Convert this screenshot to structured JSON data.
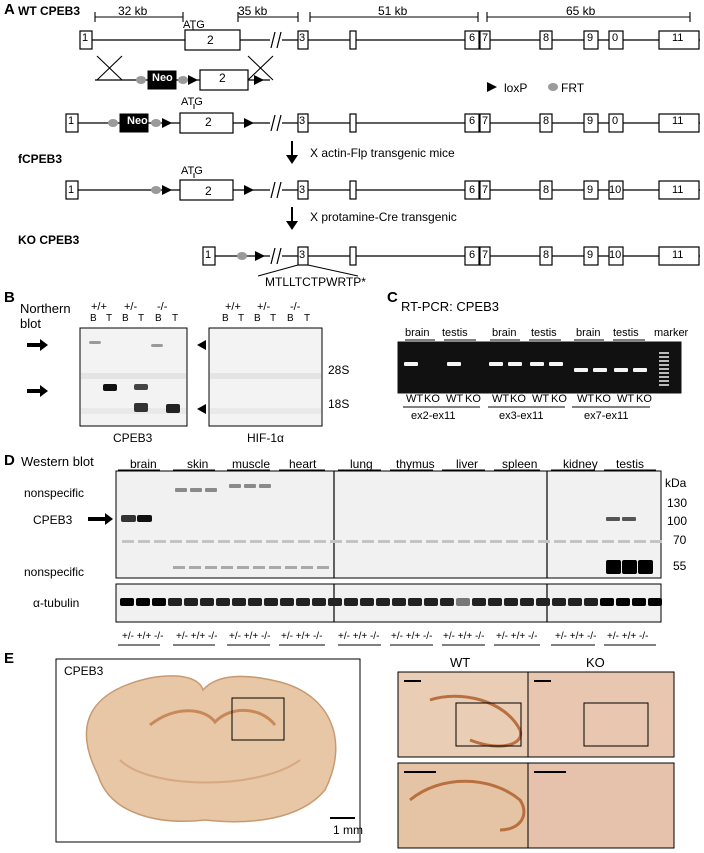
{
  "panels": {
    "A": "A",
    "B": "B",
    "C": "C",
    "D": "D",
    "E": "E"
  },
  "panel_a": {
    "row_labels": {
      "wt": "WT CPEB3",
      "fcpeb3": "fCPEB3",
      "ko": "KO CPEB3"
    },
    "distances": [
      "32 kb",
      "35 kb",
      "51 kb",
      "65 kb"
    ],
    "atg": "ATG",
    "neo": "Neo",
    "legend": {
      "loxp": "loxP",
      "frt": "FRT"
    },
    "cross_flp": "X actin-Flp transgenic mice",
    "cross_cre": "X protamine-Cre transgenic",
    "peptide": "MTLLTCTPWRTP*",
    "exons": [
      "1",
      "2",
      "3",
      "6",
      "7",
      "8",
      "9",
      "10",
      "11"
    ],
    "exon_10_wt": "0"
  },
  "panel_b": {
    "title_line1": "Northern",
    "title_line2": "blot",
    "genotypes": [
      "+/+",
      "+/-",
      "-/-"
    ],
    "tissues": [
      "B",
      "T"
    ],
    "markers": [
      "28S",
      "18S"
    ],
    "probes": [
      "CPEB3",
      "HIF-1α"
    ]
  },
  "panel_c": {
    "title": "RT-PCR: CPEB3",
    "tissues": [
      "brain",
      "testis"
    ],
    "marker": "marker",
    "genotypes": [
      "WT",
      "KO"
    ],
    "amplicons": [
      "ex2-ex11",
      "ex3-ex11",
      "ex7-ex11"
    ]
  },
  "panel_d": {
    "title": "Western blot",
    "tissues": [
      "brain",
      "skin",
      "muscle",
      "heart",
      "lung",
      "thymus",
      "liver",
      "spleen",
      "kidney",
      "testis"
    ],
    "nonspecific": "nonspecific",
    "cpeb3": "CPEB3",
    "tubulin": "α-tubulin",
    "kda": "kDa",
    "mw": [
      "130",
      "100",
      "70",
      "55"
    ],
    "genotype_triplet": "+/- +/+ -/-"
  },
  "panel_e": {
    "stain": "CPEB3",
    "scale": "1 mm",
    "wt": "WT",
    "ko": "KO"
  }
}
